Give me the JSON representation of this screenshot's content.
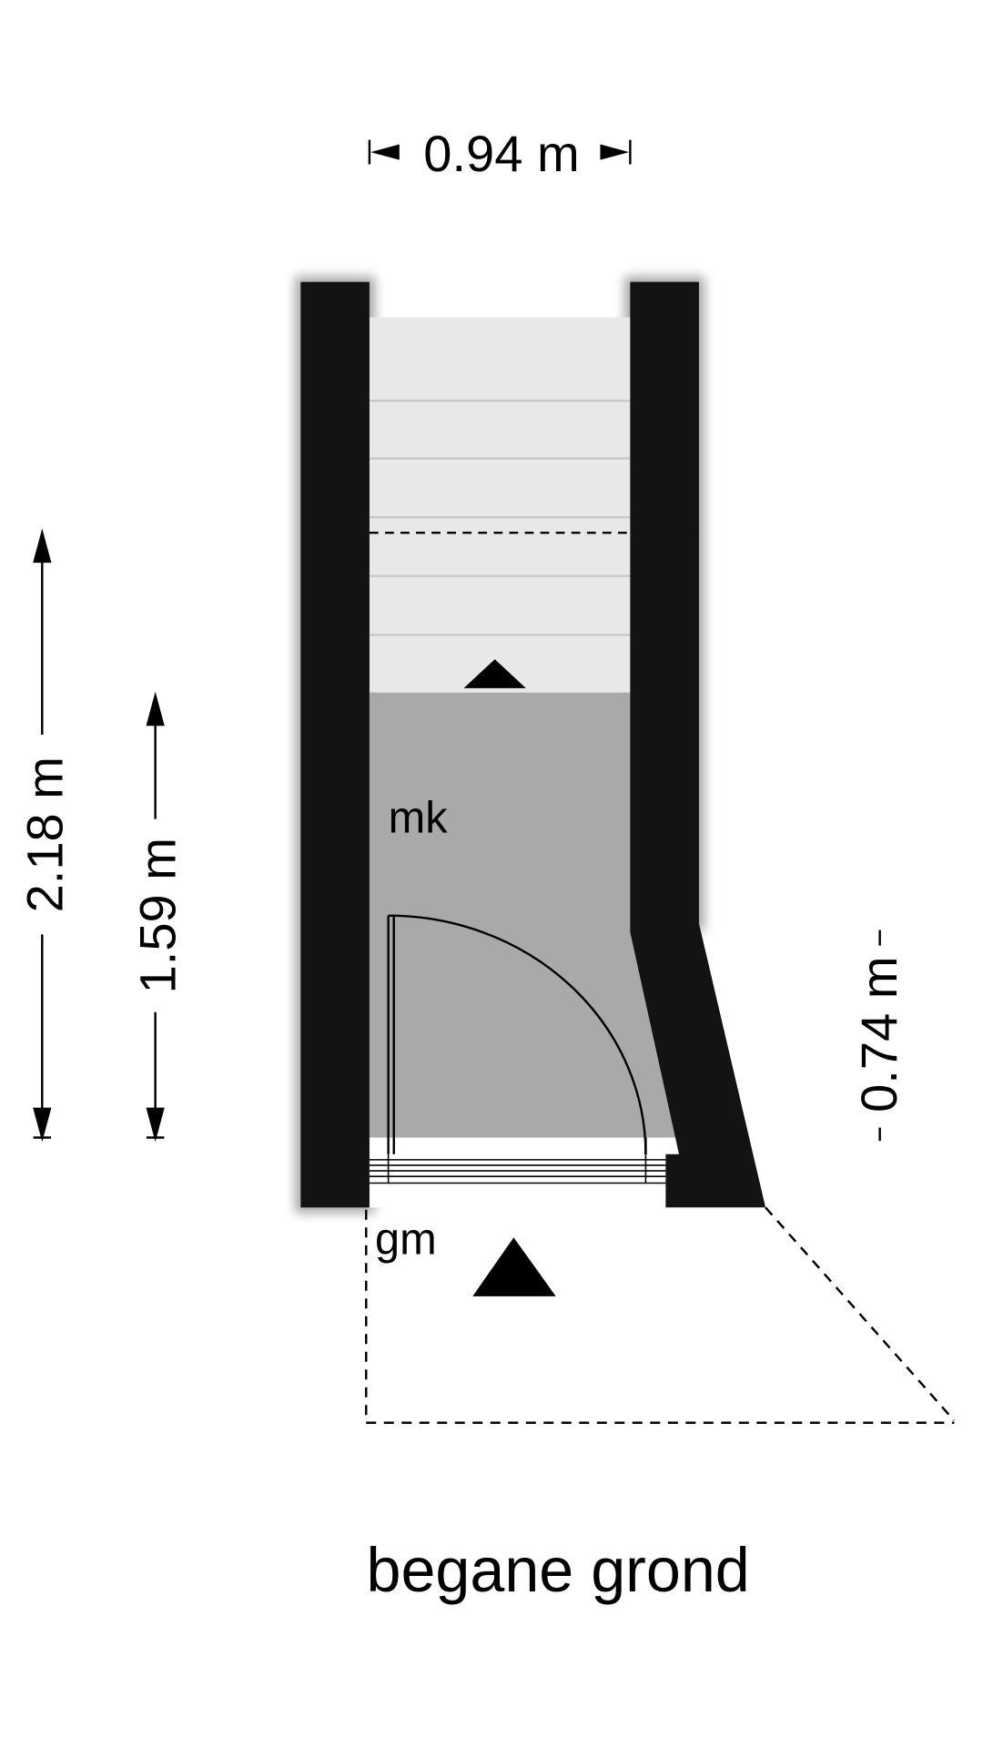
{
  "floor_title": "begane grond",
  "rooms": {
    "room_1": "mk",
    "room_2": "gm"
  },
  "dimensions": {
    "width_top": "0.94 m",
    "height_left": "2.18 m",
    "height_inner": "1.59 m",
    "height_right": "0.74 m"
  },
  "colors": {
    "wall": "#131313",
    "stairs": "#e8e8e8",
    "room": "#a9a9a9"
  }
}
